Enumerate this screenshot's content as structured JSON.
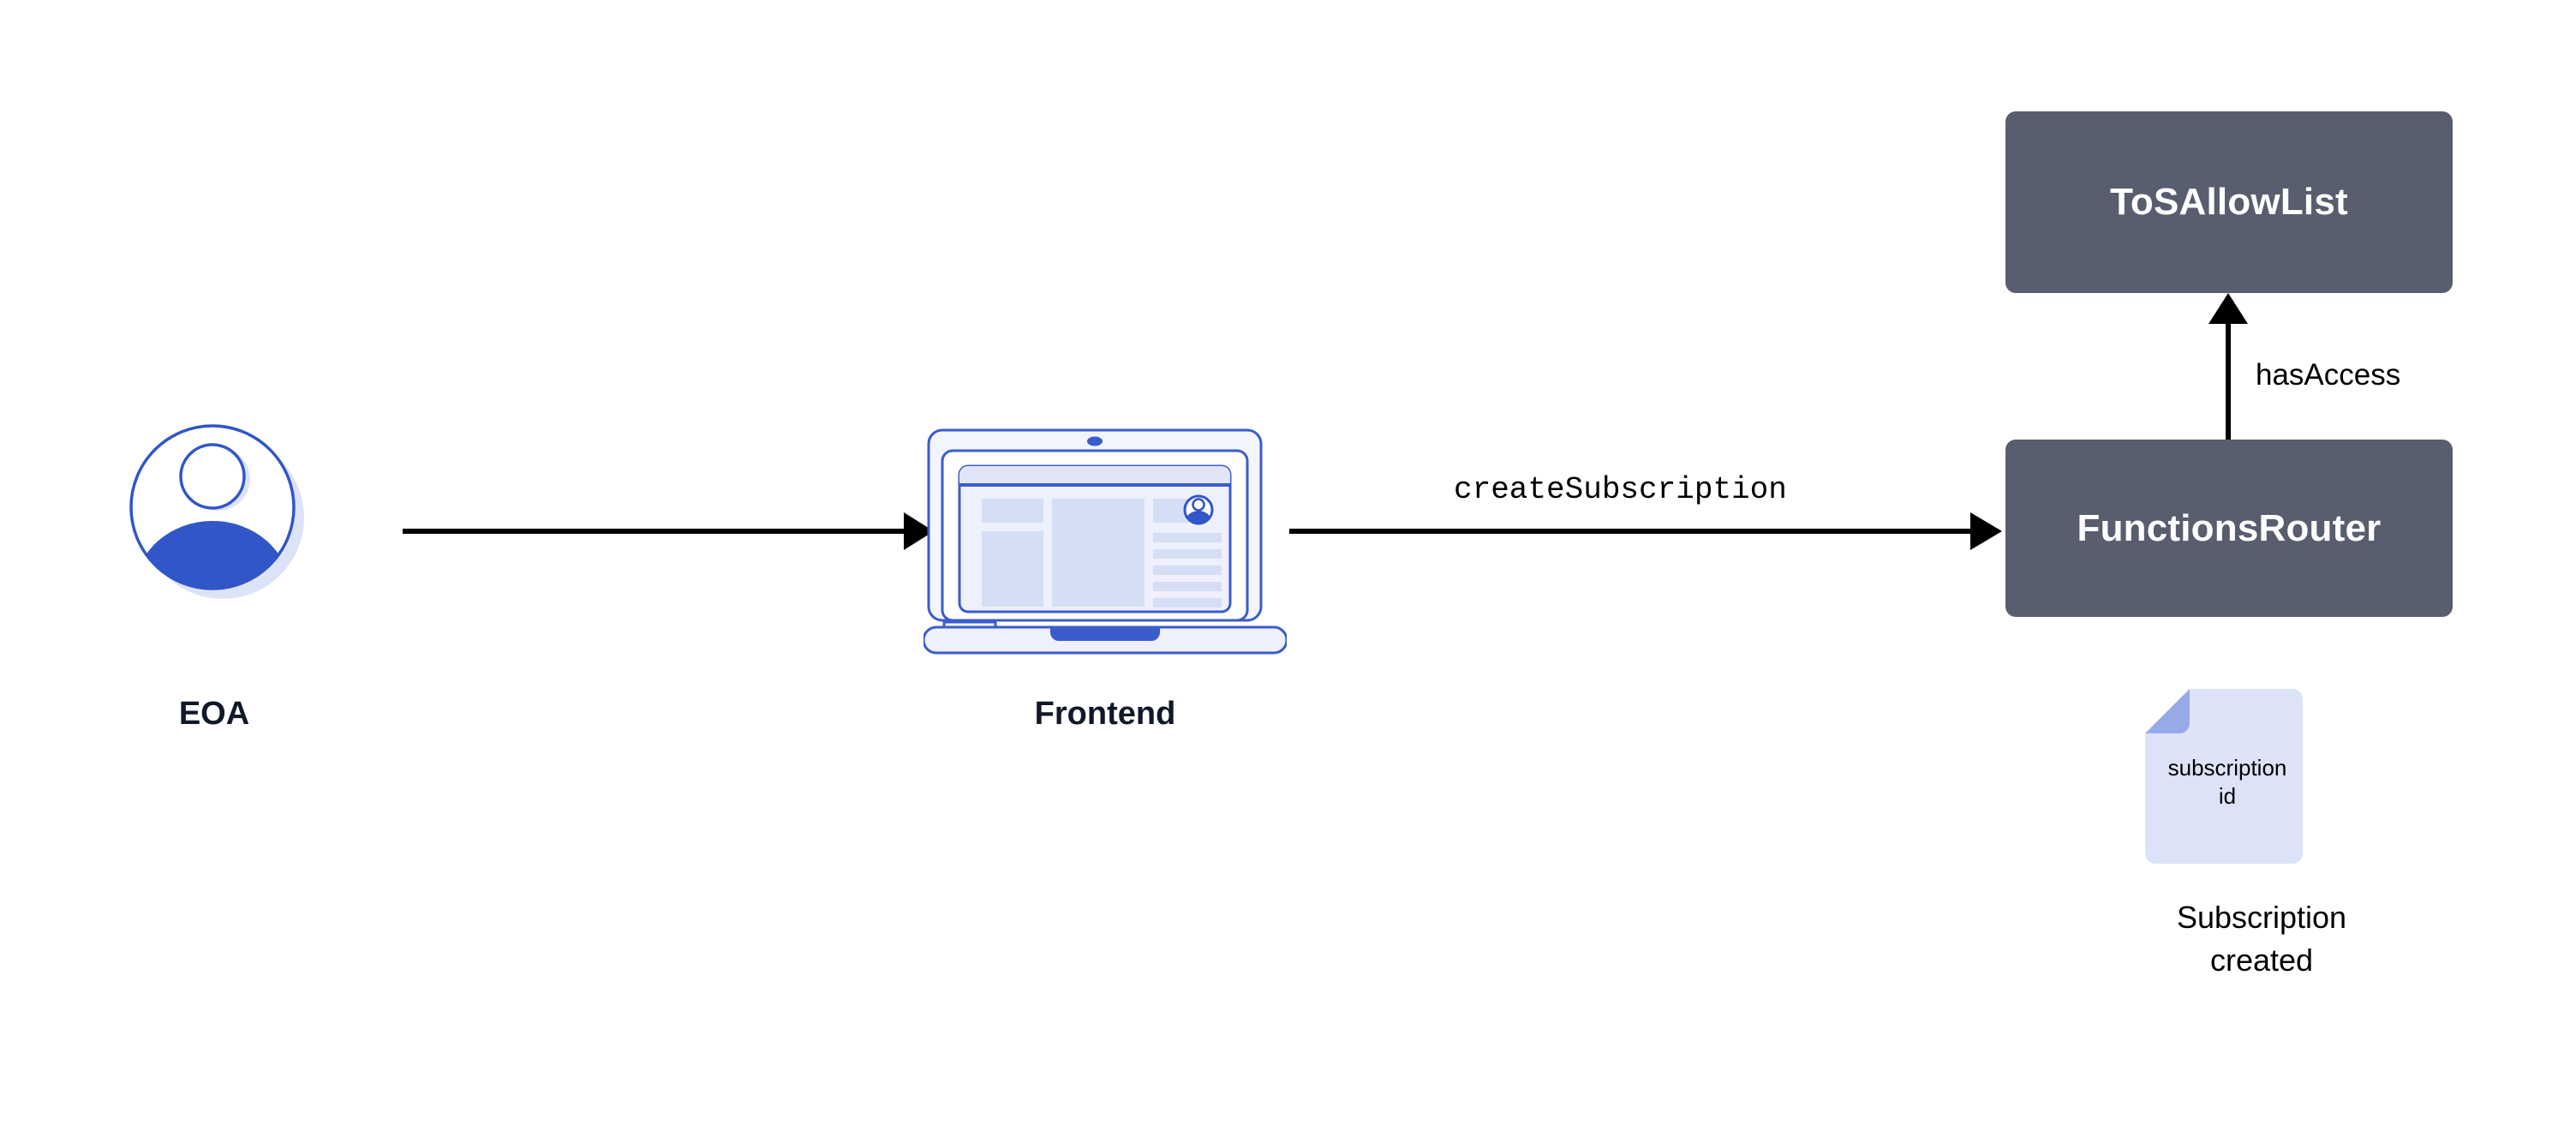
{
  "diagram": {
    "title": "Chainlink Functions subscription creation flow",
    "background_color": "#ffffff",
    "box_fill": "#595e6e",
    "box_text_color": "#ffffff",
    "accent_blue": "#3056c8",
    "doc_fill": "#dde3f7",
    "doc_fold": "#96aae8",
    "arrow_color": "#000000",
    "caption_color": "#111827"
  },
  "nodes": {
    "eoa": {
      "label": "EOA",
      "icon": "user-avatar-icon"
    },
    "frontend": {
      "label": "Frontend",
      "icon": "laptop-icon"
    },
    "tos_allow_list": {
      "label": "ToSAllowList"
    },
    "functions_router": {
      "label": "FunctionsRouter"
    },
    "subscription_document": {
      "doc_line_1": "subscription",
      "doc_line_2": "id",
      "caption_line_1": "Subscription",
      "caption_line_2": "created",
      "icon": "document-icon"
    }
  },
  "edges": [
    {
      "id": "eoa-to-frontend",
      "from": "eoa",
      "to": "frontend",
      "label": "",
      "direction": "right"
    },
    {
      "id": "frontend-to-router",
      "from": "frontend",
      "to": "functions_router",
      "label": "createSubscription",
      "direction": "right"
    },
    {
      "id": "router-to-tos",
      "from": "functions_router",
      "to": "tos_allow_list",
      "label": "hasAccess",
      "direction": "up"
    }
  ]
}
